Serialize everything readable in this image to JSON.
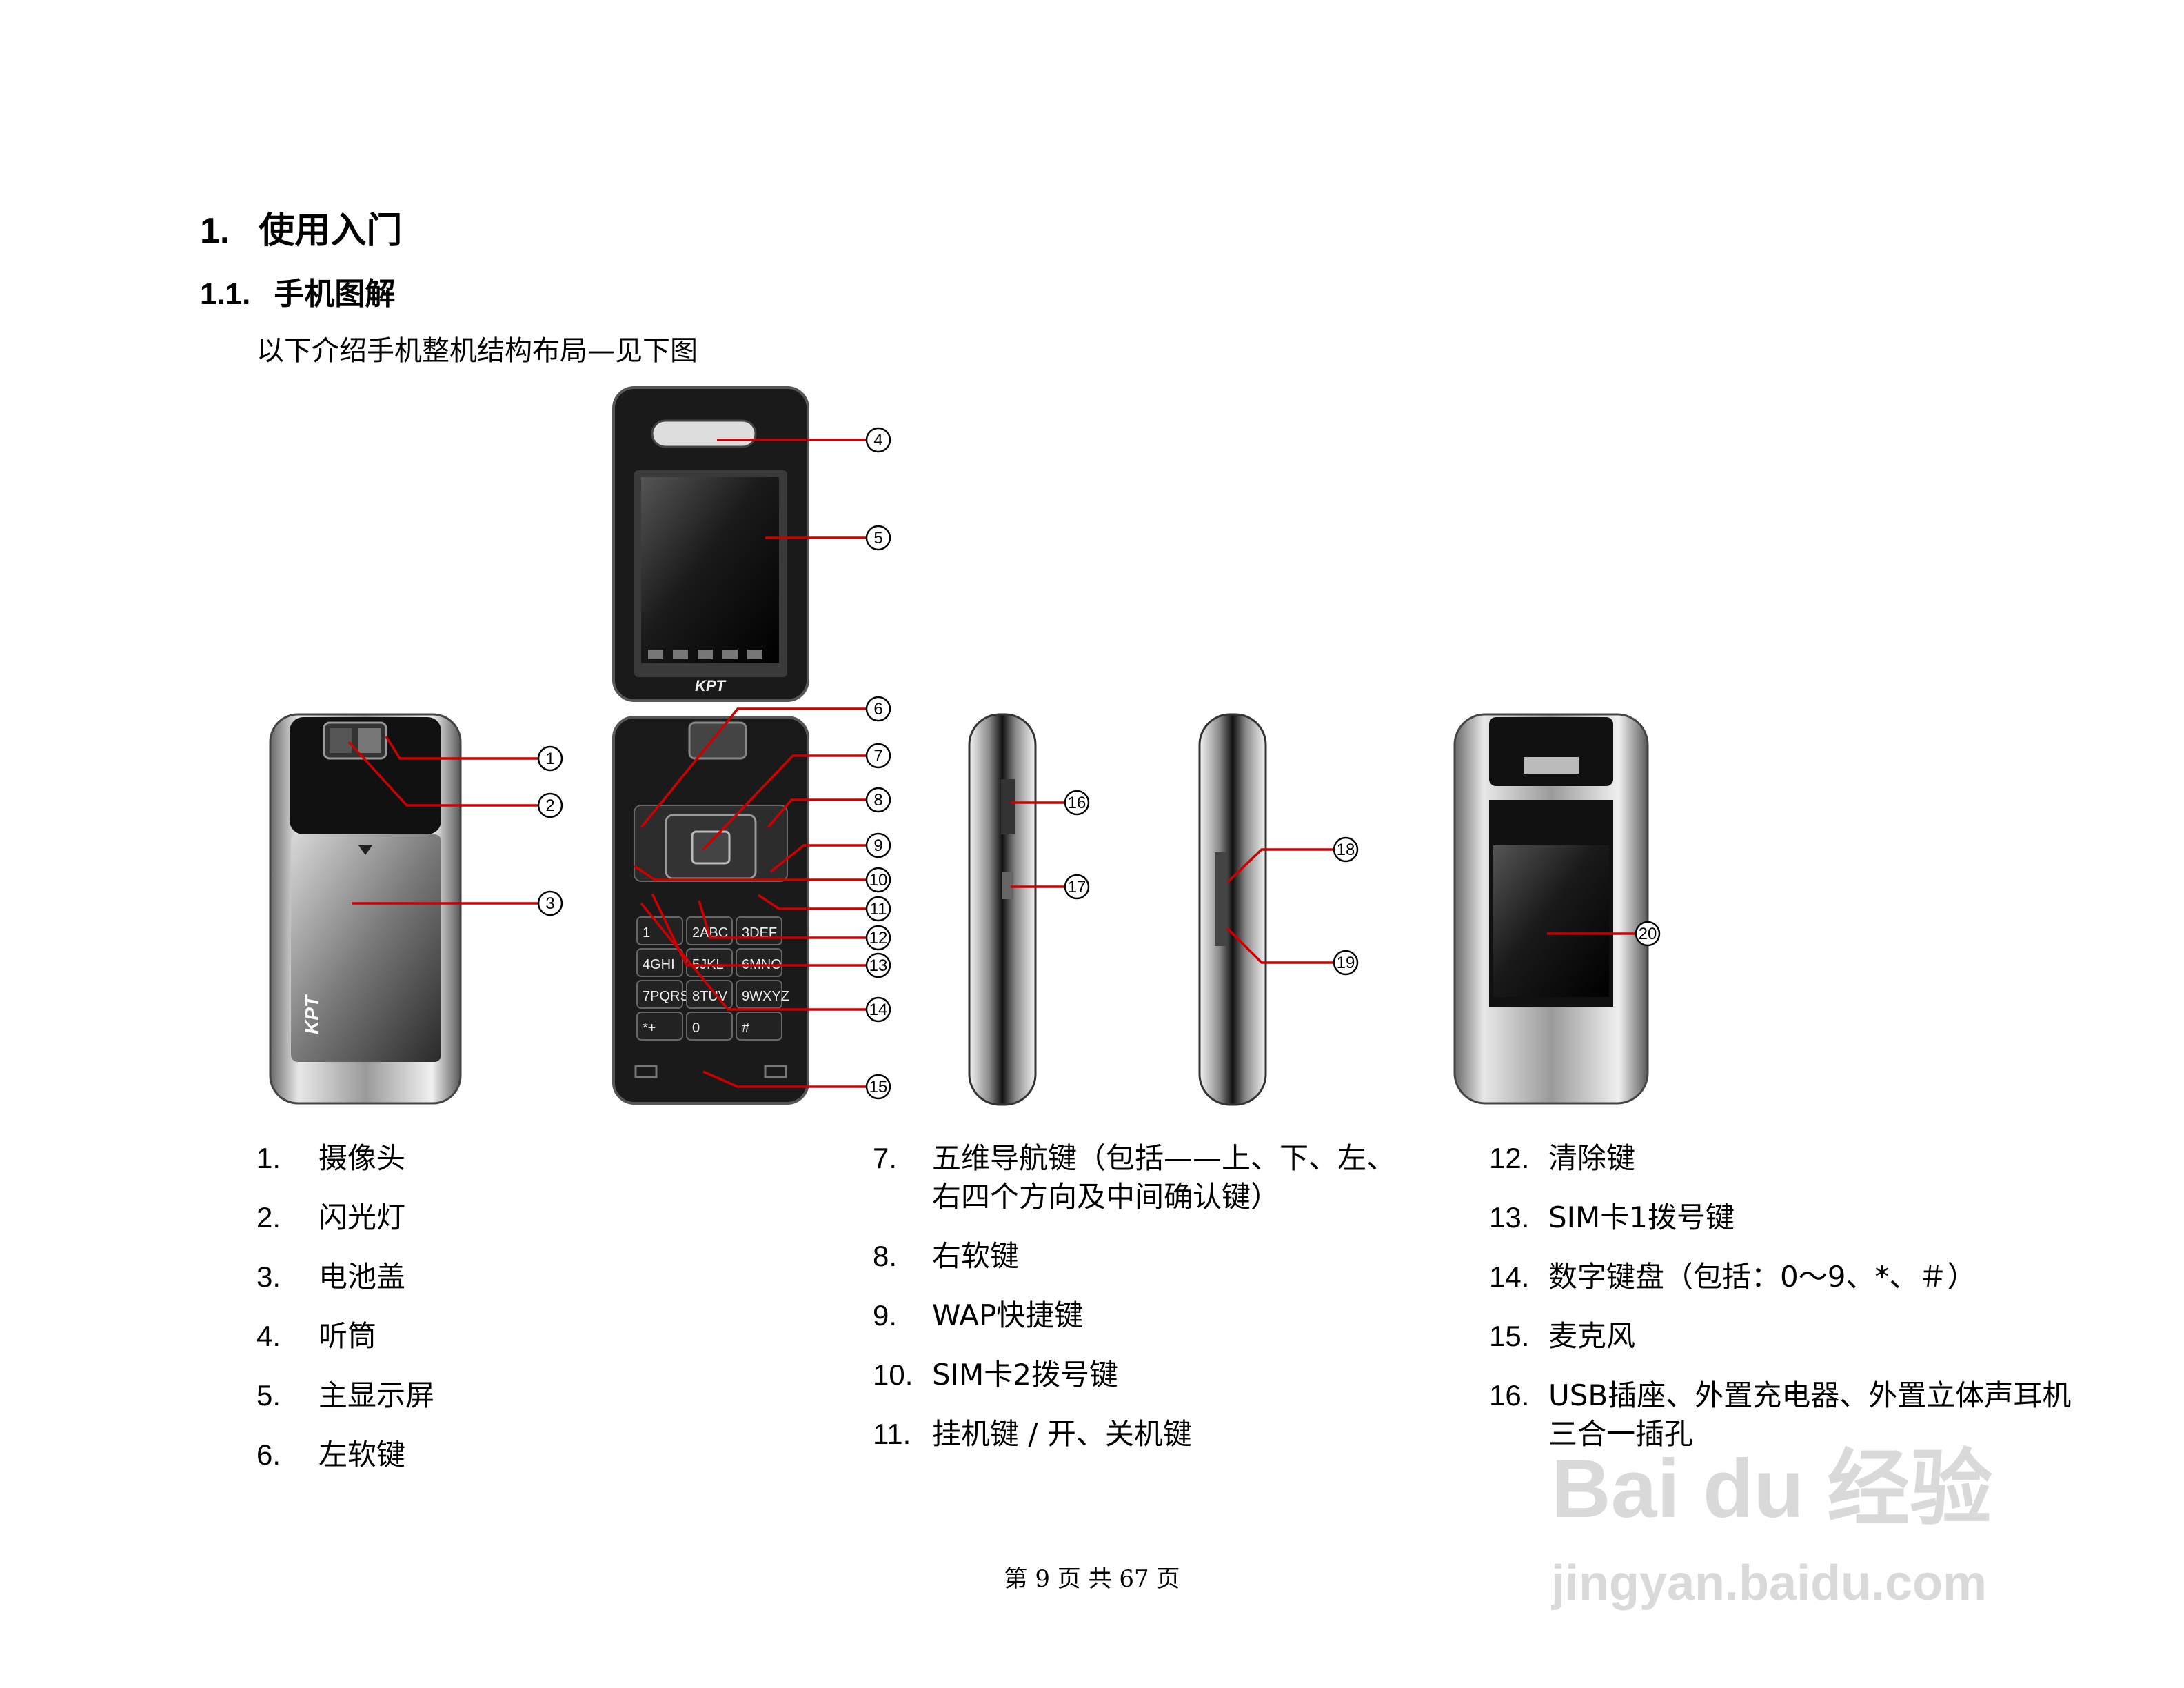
{
  "heading1": {
    "number": "1.",
    "text": "使用入门"
  },
  "heading2": {
    "number": "1.1.",
    "text": "手机图解"
  },
  "intro": "以下介绍手机整机结构布局—见下图",
  "phone_logo": "KPT",
  "keypad": [
    "1",
    "2ABC",
    "3DEF",
    "4GHI",
    "5JKL",
    "6MNO",
    "7PQRS",
    "8TUV",
    "9WXYZ",
    "*+",
    "0",
    "#"
  ],
  "callouts": [
    "1",
    "2",
    "3",
    "4",
    "5",
    "6",
    "7",
    "8",
    "9",
    "10",
    "11",
    "12",
    "13",
    "14",
    "15",
    "16",
    "17",
    "18",
    "19",
    "20"
  ],
  "legend": {
    "col1": [
      {
        "n": "1.",
        "text": "摄像头"
      },
      {
        "n": "2.",
        "text": "闪光灯"
      },
      {
        "n": "3.",
        "text": "电池盖"
      },
      {
        "n": "4.",
        "text": "听筒"
      },
      {
        "n": "5.",
        "text": "主显示屏"
      },
      {
        "n": "6.",
        "text": "左软键"
      }
    ],
    "col2": [
      {
        "n": "7.",
        "text": "五维导航键（包括——上、下、左、右四个方向及中间确认键）"
      },
      {
        "n": "8.",
        "text": "右软键"
      },
      {
        "n": "9.",
        "text": "WAP快捷键"
      },
      {
        "n": "10.",
        "text": "SIM卡2拨号键"
      },
      {
        "n": "11.",
        "text": "挂机键 / 开、关机键"
      }
    ],
    "col3": [
      {
        "n": "12.",
        "text": "清除键"
      },
      {
        "n": "13.",
        "text": "SIM卡1拨号键"
      },
      {
        "n": "14.",
        "text": "数字键盘（包括：0～9、*、＃）"
      },
      {
        "n": "15.",
        "text": "麦克风"
      },
      {
        "n": "16.",
        "text": "USB插座、外置充电器、外置立体声耳机三合一插孔"
      }
    ]
  },
  "footer": "第 9 页 共 67 页",
  "watermark": {
    "logo": "Bai du 经验",
    "url": "jingyan.baidu.com"
  },
  "colors": {
    "callout_line": "#cc0000"
  }
}
